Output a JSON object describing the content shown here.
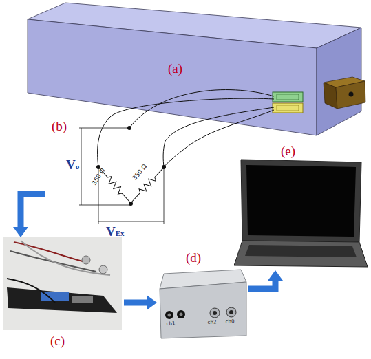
{
  "diagram": {
    "nodes": [
      {
        "text": [
          "(a)"
        ]
      },
      {
        "text": [
          "(b)"
        ]
      },
      {
        "text": [
          "(c)"
        ]
      },
      {
        "text": [
          "(d)"
        ]
      },
      {
        "text": [
          "(e)"
        ]
      }
    ],
    "edges": [
      {
        "from": 1,
        "to": 2,
        "arrow": "to"
      },
      {
        "from": 2,
        "to": 3,
        "arrow": "to"
      },
      {
        "from": 3,
        "to": 4,
        "arrow": "to"
      }
    ],
    "labels": [
      "Vo",
      "350 Ω",
      "350 Ω",
      "VEx",
      "ch1",
      "ch2",
      "ch0"
    ]
  }
}
